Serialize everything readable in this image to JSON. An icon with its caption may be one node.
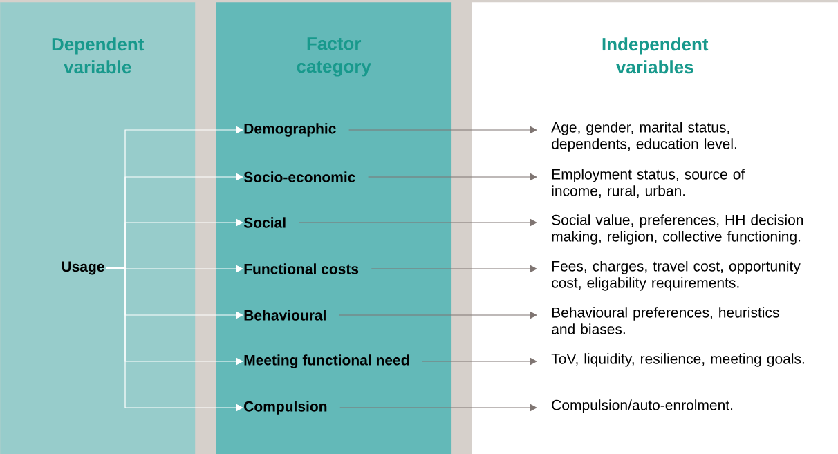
{
  "diagram": {
    "nodes": [
      {
        "text": [
          "Dependent variable"
        ]
      },
      {
        "text": [
          "Factor category"
        ]
      },
      {
        "text": [
          "Independent variables"
        ]
      },
      {
        "text": [
          "Usage"
        ],
        "in": 0
      },
      {
        "text": [
          "Demographic"
        ],
        "in": 1
      },
      {
        "text": [
          "Socio-economic"
        ],
        "in": 1
      },
      {
        "text": [
          "Social"
        ],
        "in": 1
      },
      {
        "text": [
          "Functional costs"
        ],
        "in": 1
      },
      {
        "text": [
          "Behavioural"
        ],
        "in": 1
      },
      {
        "text": [
          "Meeting functional need"
        ],
        "in": 1
      },
      {
        "text": [
          "Compulsion"
        ],
        "in": 1
      },
      {
        "text": [
          "Age, gender, marital status, dependents, education level."
        ],
        "in": 2
      },
      {
        "text": [
          "Employment status, source of income, rural, urban."
        ],
        "in": 2
      },
      {
        "text": [
          "Social value, preferences, HH decision making, religion, collective functioning."
        ],
        "in": 2
      },
      {
        "text": [
          "Fees, charges, travel cost, opportunity cost, eligability requirements."
        ],
        "in": 2
      },
      {
        "text": [
          "Behavioural preferences, heuristics and biases."
        ],
        "in": 2
      },
      {
        "text": [
          "ToV, liquidity, resilience, meeting goals."
        ],
        "in": 2
      },
      {
        "text": [
          "Compulsion/auto-enrolment."
        ],
        "in": 2
      }
    ],
    "edges": [
      {
        "from": 3,
        "to": 4,
        "arrow": "to",
        "color": "#ffffff"
      },
      {
        "from": 3,
        "to": 5,
        "arrow": "to",
        "color": "#ffffff"
      },
      {
        "from": 3,
        "to": 6,
        "arrow": "to",
        "color": "#ffffff"
      },
      {
        "from": 3,
        "to": 7,
        "arrow": "to",
        "color": "#ffffff"
      },
      {
        "from": 3,
        "to": 8,
        "arrow": "to",
        "color": "#ffffff"
      },
      {
        "from": 3,
        "to": 9,
        "arrow": "to",
        "color": "#ffffff"
      },
      {
        "from": 3,
        "to": 10,
        "arrow": "to",
        "color": "#ffffff"
      },
      {
        "from": 4,
        "to": 11,
        "arrow": "to",
        "color": "#7f7572"
      },
      {
        "from": 5,
        "to": 12,
        "arrow": "to",
        "color": "#7f7572"
      },
      {
        "from": 6,
        "to": 13,
        "arrow": "to",
        "color": "#7f7572"
      },
      {
        "from": 7,
        "to": 14,
        "arrow": "to",
        "color": "#7f7572"
      },
      {
        "from": 8,
        "to": 15,
        "arrow": "to",
        "color": "#7f7572"
      },
      {
        "from": 9,
        "to": 16,
        "arrow": "to",
        "color": "#7f7572"
      },
      {
        "from": 10,
        "to": 17,
        "arrow": "to",
        "color": "#7f7572"
      }
    ]
  }
}
